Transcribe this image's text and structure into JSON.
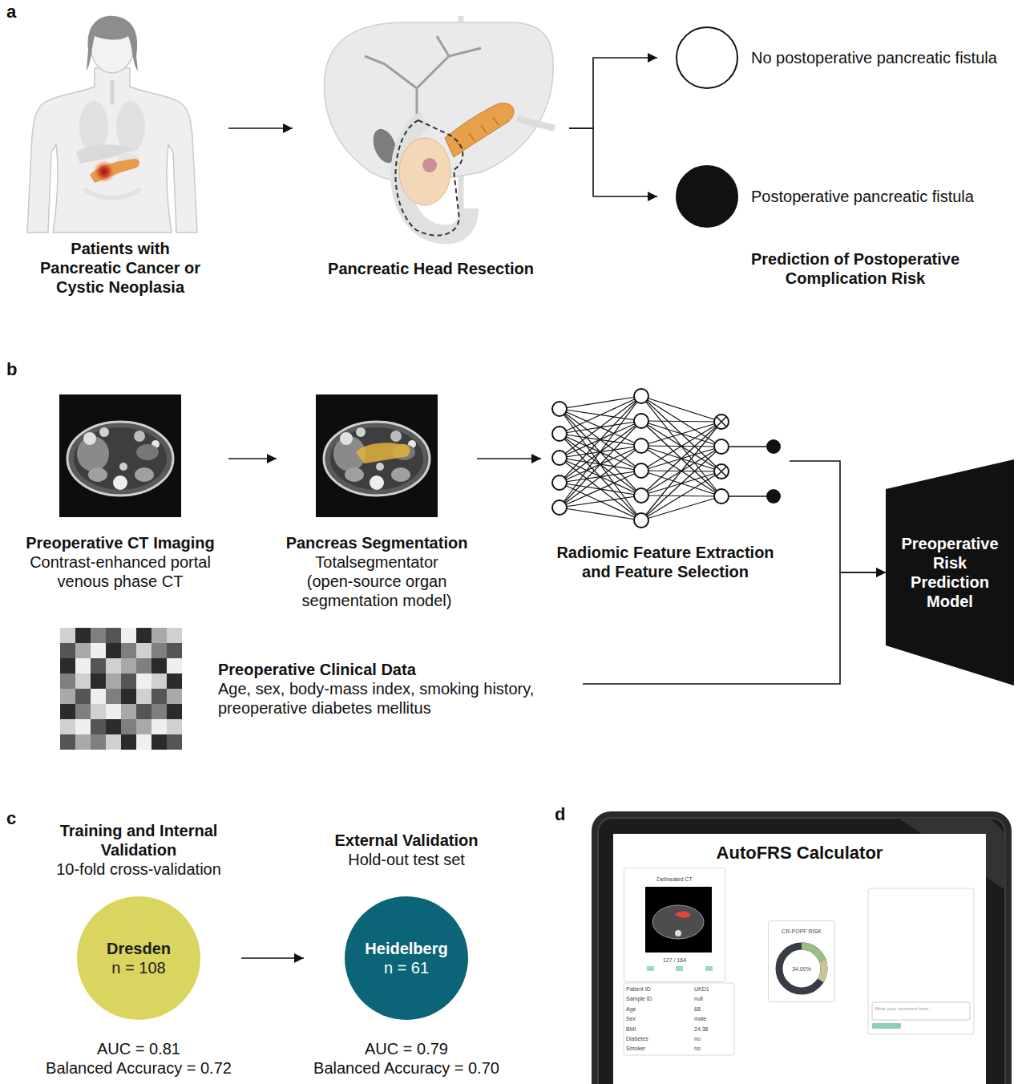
{
  "diagram": {
    "nodes": [
      {
        "text": [
          "Patients with Pancreatic Cancer or Cystic Neoplasia"
        ]
      },
      {
        "text": [
          "Pancreatic Head Resection"
        ]
      },
      {
        "text": [
          "No postoperative pancreatic fistula"
        ]
      },
      {
        "text": [
          "Postoperative pancreatic fistula"
        ]
      },
      {
        "text": [
          "Preoperative CT Imaging",
          "Contrast-enhanced portal venous phase CT"
        ]
      },
      {
        "text": [
          "Pancreas Segmentation",
          "Totalsegmentator (open-source organ segmentation model)"
        ]
      },
      {
        "text": [
          "Radiomic Feature Extraction and Feature Selection"
        ]
      },
      {
        "text": [
          "Preoperative Clinical Data",
          "Age, sex, body-mass index, smoking history, preoperative diabetes mellitus"
        ]
      },
      {
        "text": [
          "Preoperative Risk Prediction Model"
        ]
      },
      {
        "text": [
          "Training and Internal Validation",
          "10-fold cross-validation",
          "Dresden",
          "n = 108",
          "AUC = 0.81",
          "Balanced Accuracy = 0.72"
        ]
      },
      {
        "text": [
          "External Validation",
          "Hold-out test set",
          "Heidelberg",
          "n = 61",
          "AUC = 0.79",
          "Balanced Accuracy = 0.70"
        ]
      },
      {
        "text": [
          "AutoFRS Calculator"
        ]
      },
      {
        "text": [
          "Delineated CT",
          "127 / 164"
        ],
        "in": 11
      },
      {
        "text": [
          "CR-POPF RISK",
          "34.00%"
        ],
        "in": 11
      }
    ],
    "edges": [
      {
        "from": 0,
        "to": 1,
        "arrow": "to"
      },
      {
        "from": 1,
        "to": 2,
        "arrow": "to"
      },
      {
        "from": 1,
        "to": 3,
        "arrow": "to"
      },
      {
        "from": 4,
        "to": 5,
        "arrow": "to"
      },
      {
        "from": 5,
        "to": 6,
        "arrow": "to"
      },
      {
        "from": 6,
        "to": 8,
        "arrow": "to"
      },
      {
        "from": 7,
        "to": 8,
        "arrow": "to"
      },
      {
        "from": 9,
        "to": 10,
        "arrow": "to"
      }
    ],
    "labels": [
      "a",
      "Prediction of Postoperative Complication Risk",
      "b",
      "c",
      "d",
      "Patient ID",
      "UKD1",
      "Sample ID",
      "null",
      "Age",
      "68",
      "Sex",
      "male",
      "BMI",
      "24.38",
      "Diabetes",
      "no",
      "Smoker",
      "no",
      "Write your comment here..."
    ]
  }
}
